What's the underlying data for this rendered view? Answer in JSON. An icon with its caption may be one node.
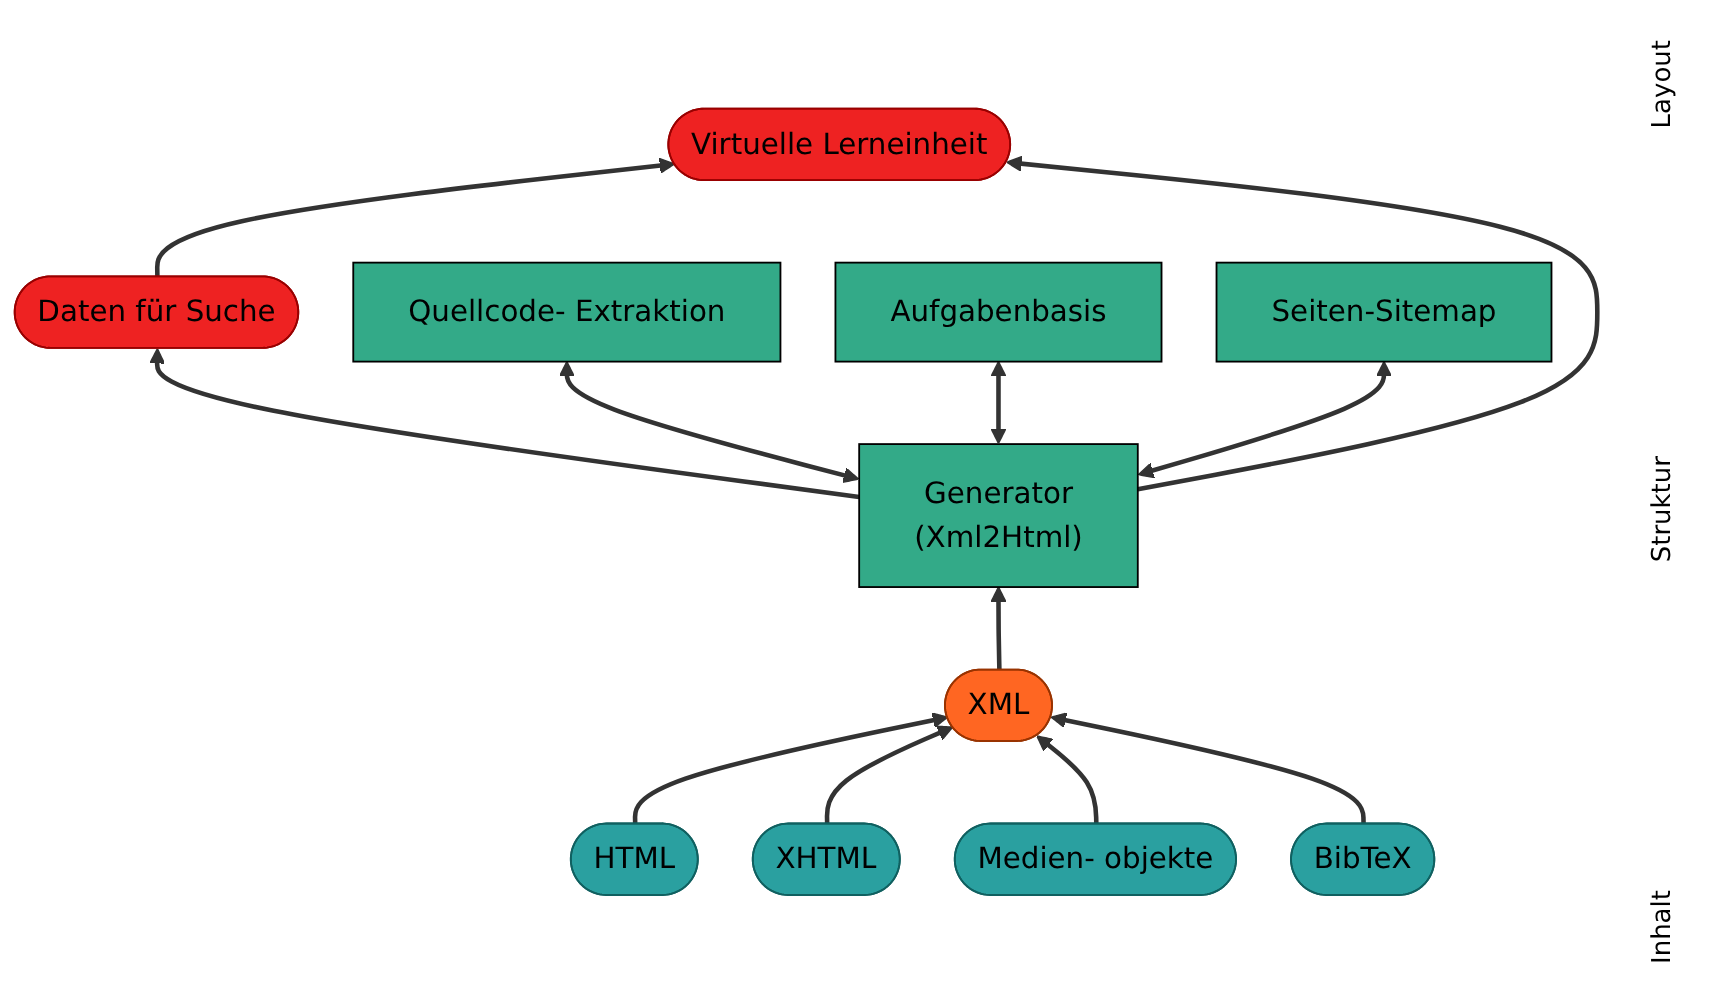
{
  "diagram": {
    "nodes": [
      {
        "text": [
          "Virtuelle Lerneinheit"
        ]
      },
      {
        "text": [
          "Daten für Suche"
        ]
      },
      {
        "text": [
          "Quellcode- Extraktion"
        ]
      },
      {
        "text": [
          "Generator",
          "(Xml2Html)"
        ]
      },
      {
        "text": [
          "Aufgabenbasis"
        ]
      },
      {
        "text": [
          "Seiten-Sitemap"
        ]
      },
      {
        "text": [
          "XML"
        ]
      },
      {
        "text": [
          "HTML"
        ]
      },
      {
        "text": [
          "XHTML"
        ]
      },
      {
        "text": [
          "Medien- objekte"
        ]
      },
      {
        "text": [
          "BibTeX"
        ]
      }
    ],
    "edges": [
      {
        "from": 3,
        "to": 1,
        "arrow": "to"
      },
      {
        "from": 1,
        "to": 0,
        "arrow": "to"
      },
      {
        "from": 3,
        "to": 0,
        "arrow": "to"
      },
      {
        "from": 3,
        "to": 2,
        "arrow": "both"
      },
      {
        "from": 3,
        "to": 4,
        "arrow": "both"
      },
      {
        "from": 3,
        "to": 5,
        "arrow": "both"
      },
      {
        "from": 6,
        "to": 3,
        "arrow": "to"
      },
      {
        "from": 7,
        "to": 6,
        "arrow": "to"
      },
      {
        "from": 8,
        "to": 6,
        "arrow": "to"
      },
      {
        "from": 9,
        "to": 6,
        "arrow": "to"
      },
      {
        "from": 10,
        "to": 6,
        "arrow": "to"
      }
    ],
    "labels": [
      "Layout",
      "Struktur",
      "Inhalt"
    ]
  }
}
